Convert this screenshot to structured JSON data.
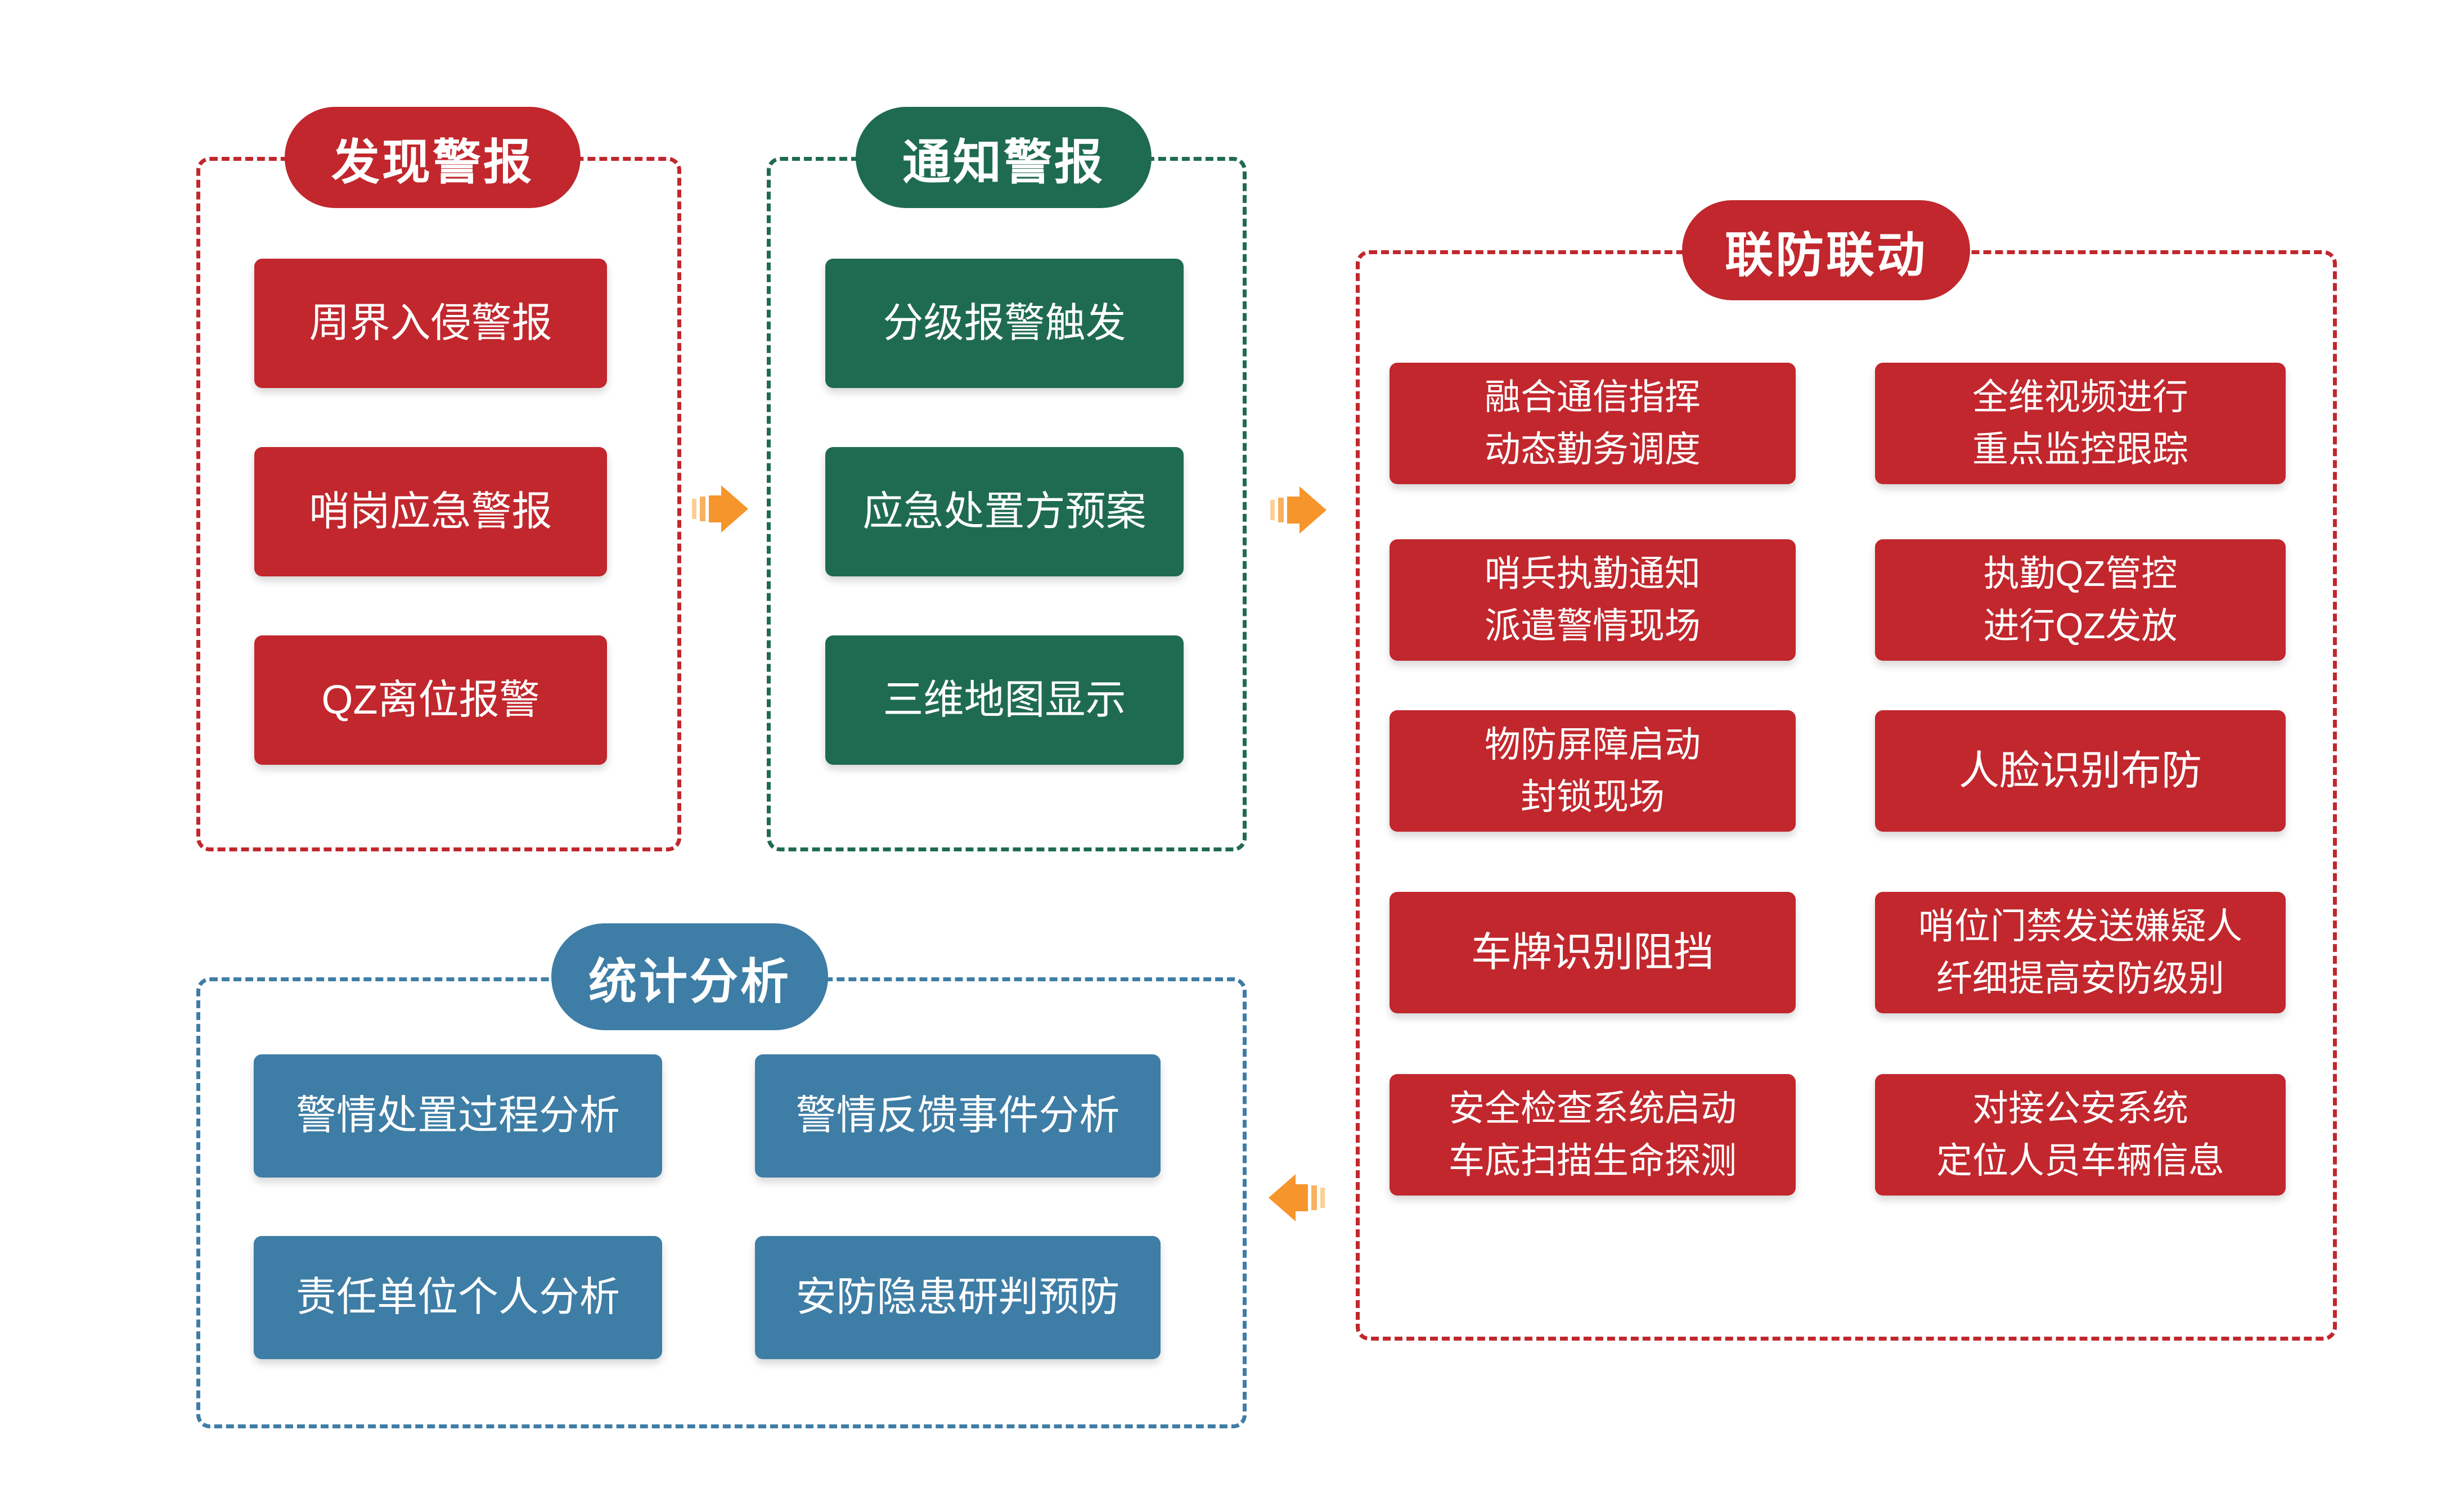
{
  "palette": {
    "red": "#C1272D",
    "green": "#1F6B52",
    "blue": "#3E7DA5",
    "orange": "#F6952C",
    "orange_mid": "#F8B15F",
    "orange_light": "#FBCF95",
    "background": "#FFFFFF",
    "text": "#FFFFFF"
  },
  "diagram": {
    "discover": {
      "title": "发现警报",
      "items": [
        "周界入侵警报",
        "哨岗应急警报",
        "QZ离位报警"
      ]
    },
    "notify": {
      "title": "通知警报",
      "items": [
        "分级报警触发",
        "应急处置方预案",
        "三维地图显示"
      ]
    },
    "linkage": {
      "title": "联防联动",
      "left_items": [
        "融合通信指挥\n动态勤务调度",
        "哨兵执勤通知\n派遣警情现场",
        "物防屏障启动\n封锁现场",
        "车牌识别阻挡",
        "安全检查系统启动\n车底扫描生命探测"
      ],
      "right_items": [
        "全维视频进行\n重点监控跟踪",
        "执勤QZ管控\n进行QZ发放",
        "人脸识别布防",
        "哨位门禁发送嫌疑人\n纤细提高安防级别",
        "对接公安系统\n定位人员车辆信息"
      ]
    },
    "stats": {
      "title": "统计分析",
      "items": [
        "警情处置过程分析",
        "警情反馈事件分析",
        "责任单位个人分析",
        "安防隐患研判预防"
      ]
    },
    "arrows": [
      {
        "direction": "right",
        "from": "discover",
        "to": "notify"
      },
      {
        "direction": "right",
        "from": "notify",
        "to": "linkage"
      },
      {
        "direction": "left",
        "from": "linkage",
        "to": "stats"
      }
    ]
  }
}
